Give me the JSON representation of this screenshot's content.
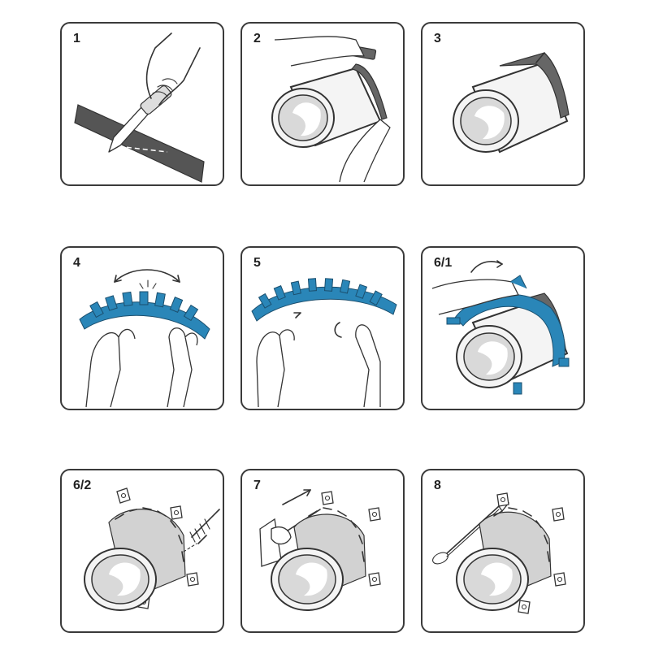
{
  "steps": [
    {
      "label": "1"
    },
    {
      "label": "2"
    },
    {
      "label": "3"
    },
    {
      "label": "4"
    },
    {
      "label": "5"
    },
    {
      "label": "6/1"
    },
    {
      "label": "6/2"
    },
    {
      "label": "7"
    },
    {
      "label": "8"
    }
  ],
  "colors": {
    "clamp_blue": "#2a86b8",
    "tape_gray": "#666666",
    "outline": "#333333"
  }
}
